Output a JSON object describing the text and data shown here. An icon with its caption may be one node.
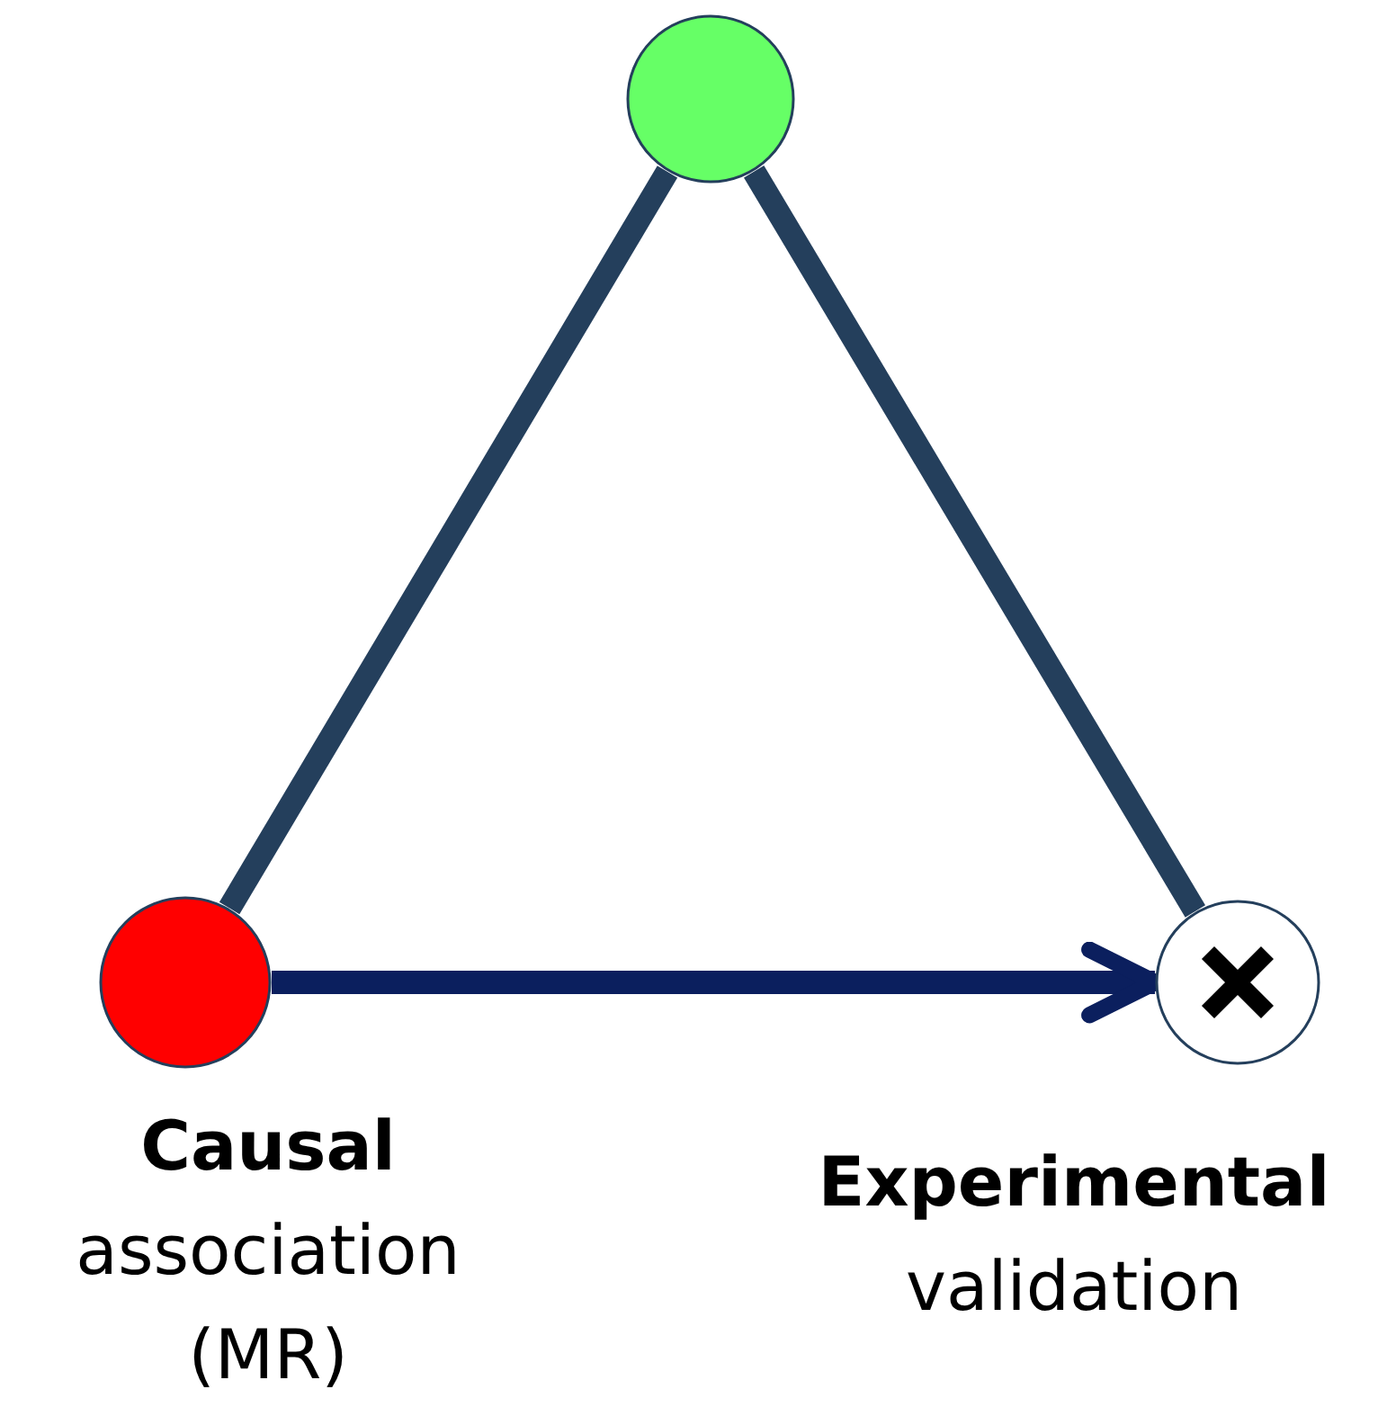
{
  "diagram": {
    "nodes": [
      {
        "text": [],
        "shape": "circle"
      },
      {
        "text": [],
        "shape": "circle",
        "beside": [
          "Causal",
          "association (MR)"
        ]
      },
      {
        "text": [],
        "shape": "circle",
        "beside": [
          "Experimental",
          "validation"
        ]
      }
    ],
    "edges": [
      {
        "from": 0,
        "to": 1,
        "arrow": "none"
      },
      {
        "from": 0,
        "to": 2,
        "arrow": "none"
      },
      {
        "from": 1,
        "to": 2,
        "arrow": "to",
        "color": "#0b1f5e"
      }
    ]
  }
}
